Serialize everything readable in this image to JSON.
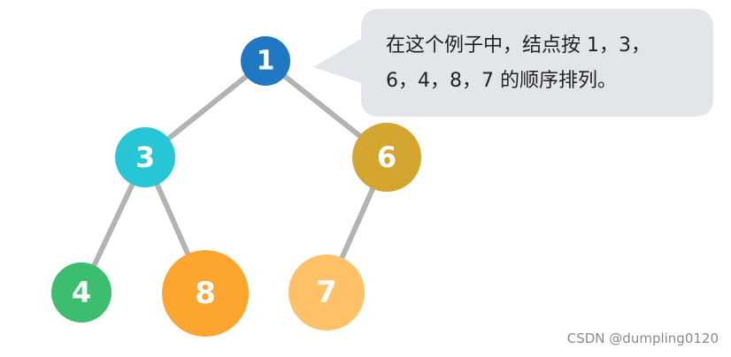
{
  "tree": {
    "nodes": [
      {
        "id": "n1",
        "label": "1",
        "color": "#1f78c1"
      },
      {
        "id": "n3",
        "label": "3",
        "color": "#26c6d6"
      },
      {
        "id": "n6",
        "label": "6",
        "color": "#d4a62f"
      },
      {
        "id": "n4",
        "label": "4",
        "color": "#3dbd6e"
      },
      {
        "id": "n8",
        "label": "8",
        "color": "#fca52f"
      },
      {
        "id": "n7",
        "label": "7",
        "color": "#ffc166"
      }
    ],
    "edges": [
      [
        "n1",
        "n3"
      ],
      [
        "n1",
        "n6"
      ],
      [
        "n3",
        "n4"
      ],
      [
        "n3",
        "n8"
      ],
      [
        "n6",
        "n7"
      ]
    ],
    "edge_color": "#b3b3b3"
  },
  "callout": {
    "line1": "在这个例子中，结点按 1，3，",
    "line2": "6，4，8，7 的顺序排列。",
    "background": "#e2e5e9"
  },
  "watermark": "CSDN @dumpling0120"
}
